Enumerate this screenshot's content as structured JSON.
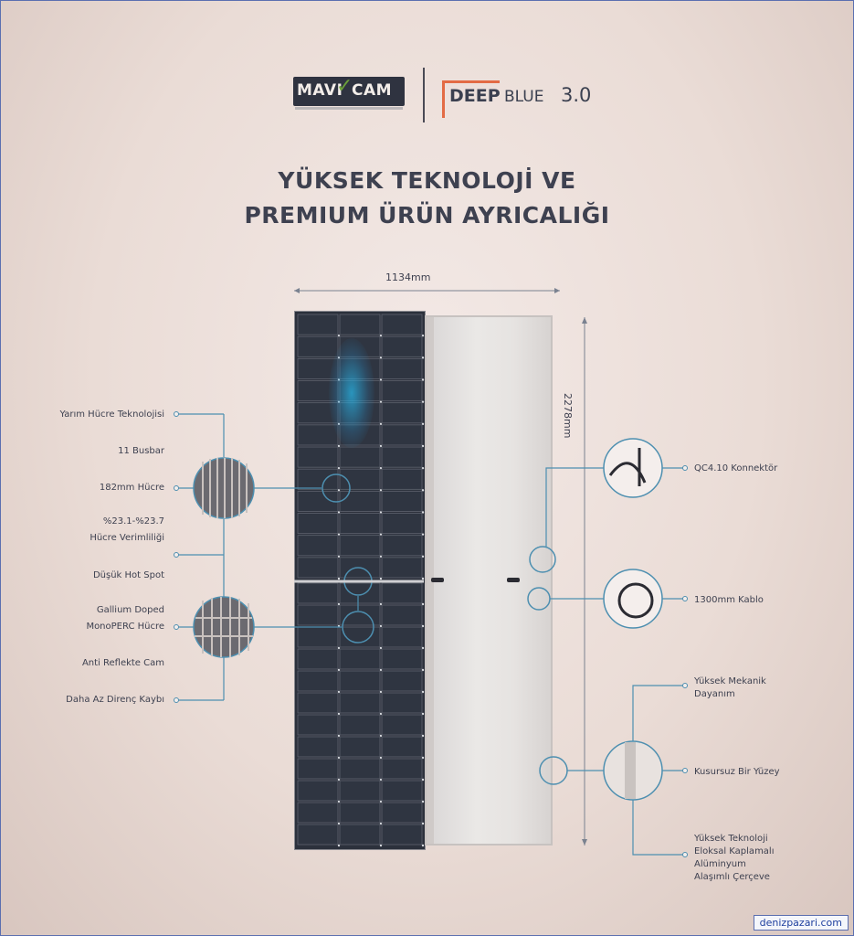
{
  "brand": {
    "logo_left_word1": "MAVI",
    "logo_left_word2": "CAM",
    "logo_right_word1": "DEEP",
    "logo_right_word2": "BLUE",
    "logo_right_version": "3.0"
  },
  "title": {
    "line1": "YÜKSEK TEKNOLOJİ VE",
    "line2": "PREMIUM ÜRÜN AYRICALIĞI"
  },
  "dimensions": {
    "width": "1134mm",
    "height": "2278mm"
  },
  "left_features": [
    "Yarım Hücre Teknolojisi",
    "11 Busbar",
    "182mm Hücre",
    "%23.1-%23.7",
    "Hücre Verimliliği",
    "Düşük Hot Spot",
    "Gallium Doped",
    "MonoPERC Hücre",
    "Anti Reflekte Cam",
    "Daha Az Direnç Kaybı"
  ],
  "right_features": {
    "connector": "QC4.10 Konnektör",
    "cable": "1300mm Kablo",
    "mech1": "Yüksek Mekanik",
    "mech2": "Dayanım",
    "surface": "Kusursuz Bir Yüzey",
    "frame1": "Yüksek Teknoloji",
    "frame2": "Eloksal Kaplamalı",
    "frame3": "Alüminyum",
    "frame4": "Alaşımlı Çerçeve"
  },
  "credit": "denizpazari.com",
  "colors": {
    "accent_line": "#4d8fb0",
    "brand_orange": "#e36b45",
    "panel_dark": "#2c313c"
  }
}
